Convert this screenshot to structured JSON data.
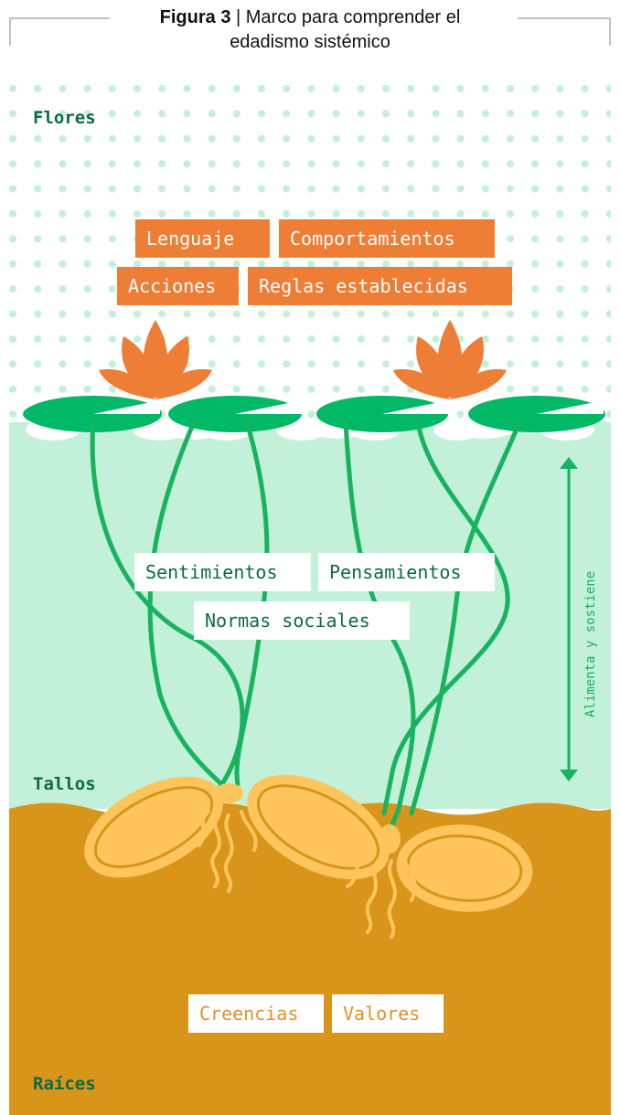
{
  "title": {
    "prefix": "Figura 3",
    "separator": " | ",
    "line1": "Marco para comprender el",
    "line2": "edadismo sistémico"
  },
  "sections": {
    "flowers": "Flores",
    "stems": "Tallos",
    "roots": "Raíces"
  },
  "flower_labels": [
    "Lenguaje",
    "Comportamientos",
    "Acciones",
    "Reglas establecidas"
  ],
  "stem_labels": [
    "Sentimientos",
    "Pensamientos",
    "Normas sociales"
  ],
  "root_labels": [
    "Creencias",
    "Valores"
  ],
  "side_label": "Alimenta y sostiene",
  "colors": {
    "orange": "#ee7d35",
    "dark_green": "#0d6a45",
    "stem_green": "#18b35e",
    "pad_green": "#00b866",
    "water": "#c2f0d8",
    "soil": "#d9941a",
    "root_yellow": "#fec55c",
    "dot": "#c2f0d8"
  }
}
